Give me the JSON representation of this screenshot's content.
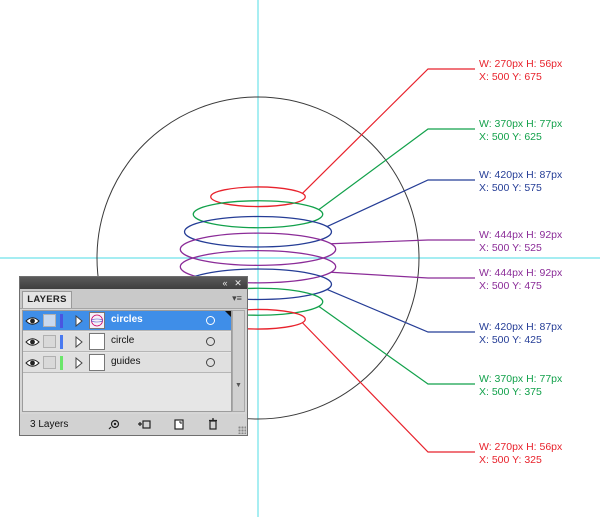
{
  "annotations": [
    {
      "dims": "W: 270px H: 56px",
      "pos": "X: 500 Y: 675",
      "color": "#e8222c"
    },
    {
      "dims": "W: 370px H: 77px",
      "pos": "X: 500 Y: 625",
      "color": "#12a14b"
    },
    {
      "dims": "W: 420px H: 87px",
      "pos": "X: 500 Y: 575",
      "color": "#253d96"
    },
    {
      "dims": "W: 444px H: 92px",
      "pos": "X: 500 Y: 525",
      "color": "#8b2c98"
    },
    {
      "dims": "W: 444px H: 92px",
      "pos": "X: 500 Y: 475",
      "color": "#8b2c98"
    },
    {
      "dims": "W: 420px H: 87px",
      "pos": "X: 500 Y: 425",
      "color": "#253d96"
    },
    {
      "dims": "W: 370px H: 77px",
      "pos": "X: 500 Y: 375",
      "color": "#12a14b"
    },
    {
      "dims": "W: 270px H: 56px",
      "pos": "X: 500 Y: 325",
      "color": "#e8222c"
    }
  ],
  "guide_color": "#6fe2ea",
  "sphere_outline_color": "#3a3a3a",
  "layers_panel": {
    "collapse_icon": "«",
    "close_icon": "✕",
    "tab_label": "LAYERS",
    "menu_icon": "▾≡",
    "layers": [
      {
        "name": "circles",
        "color": "#4a55e0",
        "selected": true
      },
      {
        "name": "circle",
        "color": "#4a7af0",
        "selected": false
      },
      {
        "name": "guides",
        "color": "#6ae66a",
        "selected": false
      }
    ],
    "layer_count": "3 Layers",
    "scroll_down_icon": "▼"
  }
}
